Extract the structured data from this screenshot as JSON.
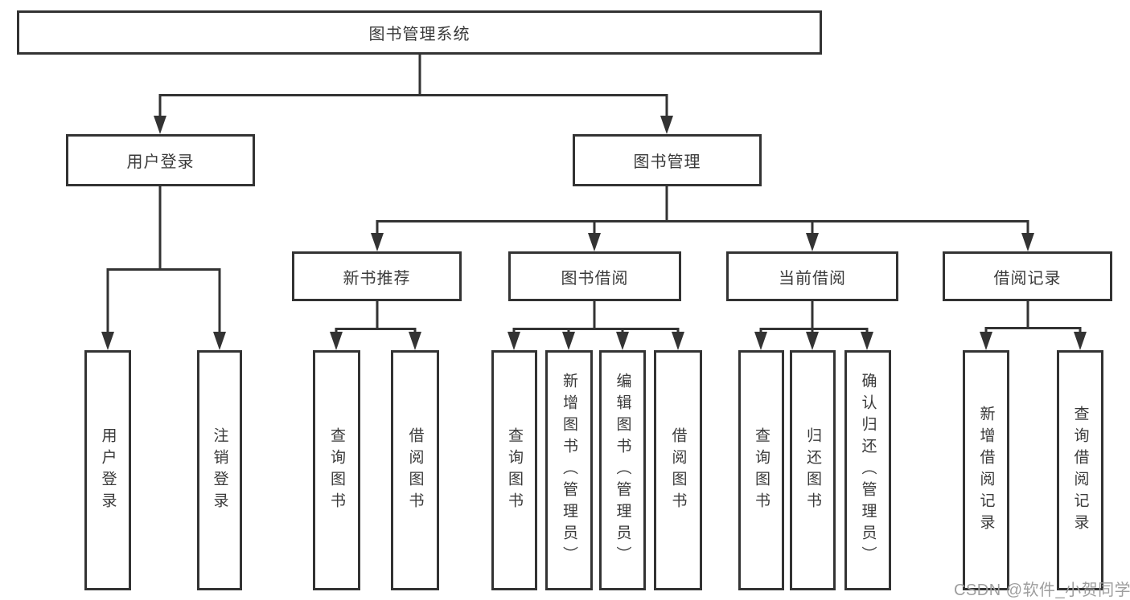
{
  "diagram": {
    "root": {
      "label": "图书管理系统"
    },
    "branches": [
      {
        "label": "用户登录",
        "children": [
          "用户登录",
          "注销登录"
        ]
      },
      {
        "label": "图书管理",
        "sections": [
          {
            "label": "新书推荐",
            "children": [
              "查询图书",
              "借阅图书"
            ]
          },
          {
            "label": "图书借阅",
            "children": [
              "查询图书",
              "新增图书（管理员）",
              "编辑图书（管理员）",
              "借阅图书"
            ]
          },
          {
            "label": "当前借阅",
            "children": [
              "查询图书",
              "归还图书",
              "确认归还（管理员）"
            ]
          },
          {
            "label": "借阅记录",
            "children": [
              "新增借阅记录",
              "查询借阅记录"
            ]
          }
        ]
      }
    ]
  },
  "watermark": {
    "text": "CSDN @软件_小贺同学"
  },
  "colors": {
    "line": "#333333",
    "text": "#3a3a3a",
    "box_background": "#ffffff",
    "watermark": "#9e9e9e"
  }
}
